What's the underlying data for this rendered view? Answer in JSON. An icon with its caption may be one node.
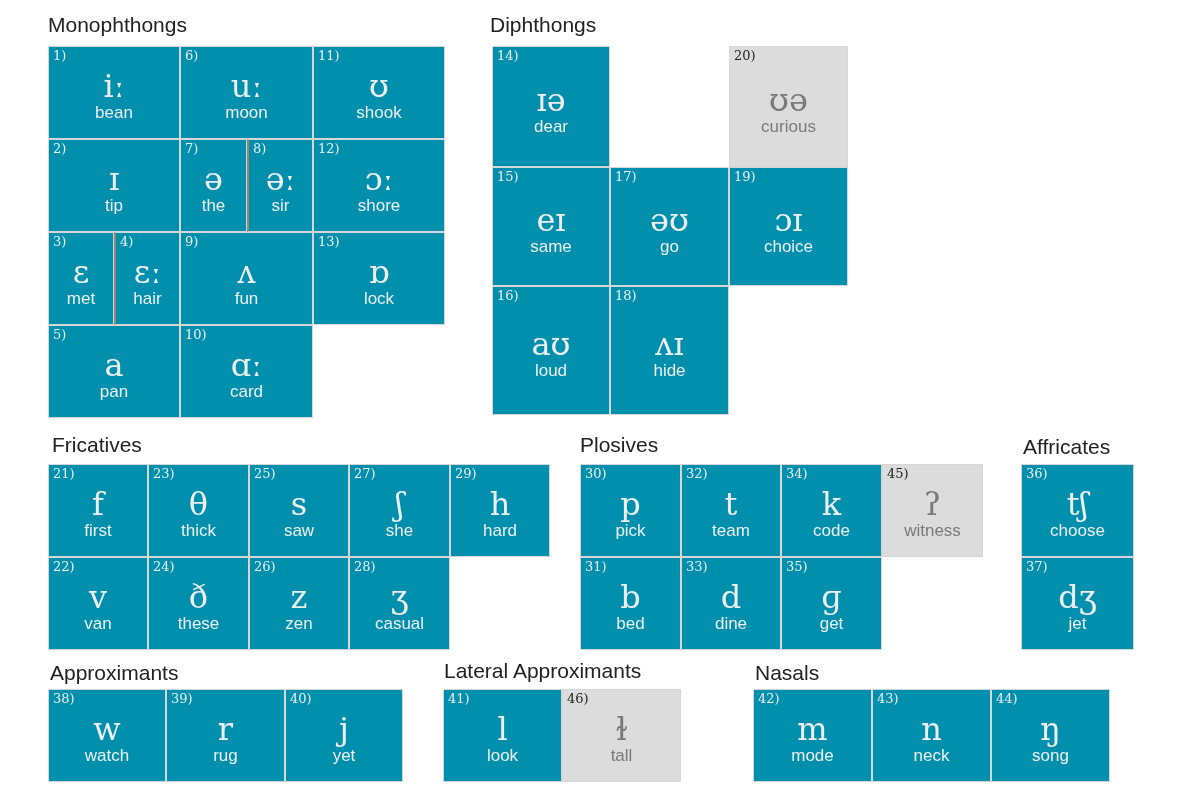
{
  "diagram": {
    "nodes": [
      {
        "text": [
          "1)",
          "iː",
          "bean"
        ]
      },
      {
        "text": [
          "6)",
          "uː",
          "moon"
        ]
      },
      {
        "text": [
          "11)",
          "ʊ",
          "shook"
        ]
      },
      {
        "text": [
          "2)",
          "ɪ",
          "tip"
        ]
      },
      {
        "text": [
          "7)",
          "ə",
          "the"
        ]
      },
      {
        "text": [
          "8)",
          "əː",
          "sir"
        ]
      },
      {
        "text": [
          "12)",
          "ɔː",
          "shore"
        ]
      },
      {
        "text": [
          "3)",
          "ɛ",
          "met"
        ]
      },
      {
        "text": [
          "4)",
          "ɛː",
          "hair"
        ]
      },
      {
        "text": [
          "9)",
          "ʌ",
          "fun"
        ]
      },
      {
        "text": [
          "13)",
          "ɒ",
          "lock"
        ]
      },
      {
        "text": [
          "5)",
          "a",
          "pan"
        ]
      },
      {
        "text": [
          "10)",
          "ɑː",
          "card"
        ]
      },
      {
        "text": [
          "14)",
          "ɪə",
          "dear"
        ]
      },
      {
        "text": [
          "20)",
          "ʊə",
          "curious"
        ]
      },
      {
        "text": [
          "15)",
          "eɪ",
          "same"
        ]
      },
      {
        "text": [
          "17)",
          "əʊ",
          "go"
        ]
      },
      {
        "text": [
          "19)",
          "ɔɪ",
          "choice"
        ]
      },
      {
        "text": [
          "16)",
          "aʊ",
          "loud"
        ]
      },
      {
        "text": [
          "18)",
          "ʌɪ",
          "hide"
        ]
      },
      {
        "text": [
          "21)",
          "f",
          "first"
        ]
      },
      {
        "text": [
          "23)",
          "θ",
          "thick"
        ]
      },
      {
        "text": [
          "25)",
          "s",
          "saw"
        ]
      },
      {
        "text": [
          "27)",
          "ʃ",
          "she"
        ]
      },
      {
        "text": [
          "29)",
          "h",
          "hard"
        ]
      },
      {
        "text": [
          "22)",
          "v",
          "van"
        ]
      },
      {
        "text": [
          "24)",
          "ð",
          "these"
        ]
      },
      {
        "text": [
          "26)",
          "z",
          "zen"
        ]
      },
      {
        "text": [
          "28)",
          "ʒ",
          "casual"
        ]
      },
      {
        "text": [
          "30)",
          "p",
          "pick"
        ]
      },
      {
        "text": [
          "32)",
          "t",
          "team"
        ]
      },
      {
        "text": [
          "34)",
          "k",
          "code"
        ]
      },
      {
        "text": [
          "45)",
          "ʔ",
          "witness"
        ]
      },
      {
        "text": [
          "31)",
          "b",
          "bed"
        ]
      },
      {
        "text": [
          "33)",
          "d",
          "dine"
        ]
      },
      {
        "text": [
          "35)",
          "ɡ",
          "get"
        ]
      },
      {
        "text": [
          "36)",
          "tʃ",
          "choose"
        ]
      },
      {
        "text": [
          "37)",
          "dʒ",
          "jet"
        ]
      },
      {
        "text": [
          "38)",
          "w",
          "watch"
        ]
      },
      {
        "text": [
          "39)",
          "r",
          "rug"
        ]
      },
      {
        "text": [
          "40)",
          "j",
          "yet"
        ]
      },
      {
        "text": [
          "41)",
          "l",
          "look"
        ]
      },
      {
        "text": [
          "46)",
          "ɫ",
          "tall"
        ]
      },
      {
        "text": [
          "42)",
          "m",
          "mode"
        ]
      },
      {
        "text": [
          "43)",
          "n",
          "neck"
        ]
      },
      {
        "text": [
          "44)",
          "ŋ",
          "song"
        ]
      }
    ],
    "labels": [
      "Monophthongs",
      "Diphthongs",
      "Fricatives",
      "Plosives",
      "Affricates",
      "Approximants",
      "Lateral Approximants",
      "Nasals"
    ]
  }
}
